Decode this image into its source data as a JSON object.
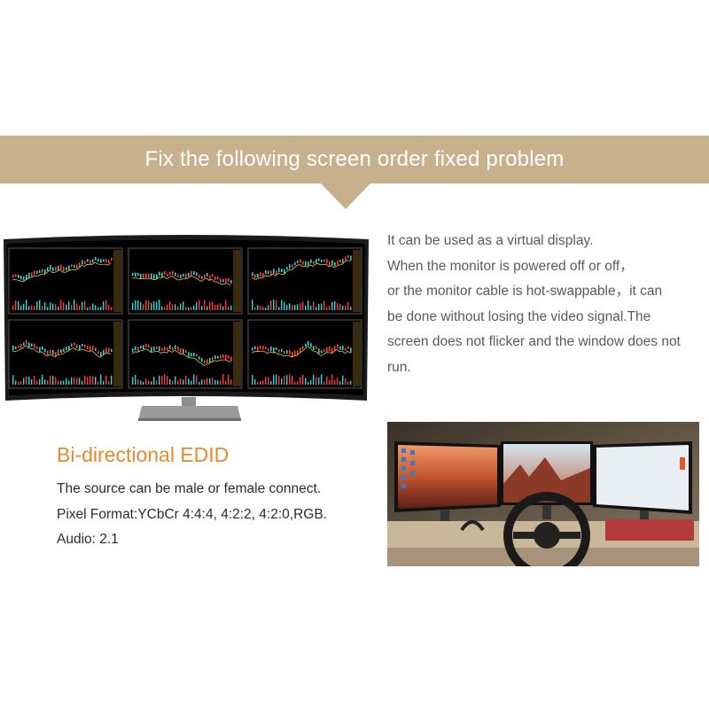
{
  "banner": {
    "title": "Fix the following screen order fixed problem"
  },
  "description": {
    "lines": [
      "It can be used as a virtual display.",
      "When the monitor is powered off or off，",
      "or the monitor cable is hot-swappable，it can",
      "be done without losing the video signal.The",
      "screen does not flicker and the window does not",
      "run."
    ]
  },
  "edid": {
    "title": "Bi-directional EDID",
    "lines": [
      "The source can be male or female connect.",
      "Pixel Format:YCbCr 4:4:4, 4:2:2, 4:2:0,RGB.",
      "Audio: 2.1"
    ]
  },
  "colors": {
    "banner": "#c7b18d",
    "accent": "#e8892c",
    "body_text": "#2c2c2c",
    "muted_text": "#5a5a5a"
  },
  "images": {
    "monitor": "curved-monitor-stock-charts",
    "photo": "triple-monitor-racing-setup"
  }
}
